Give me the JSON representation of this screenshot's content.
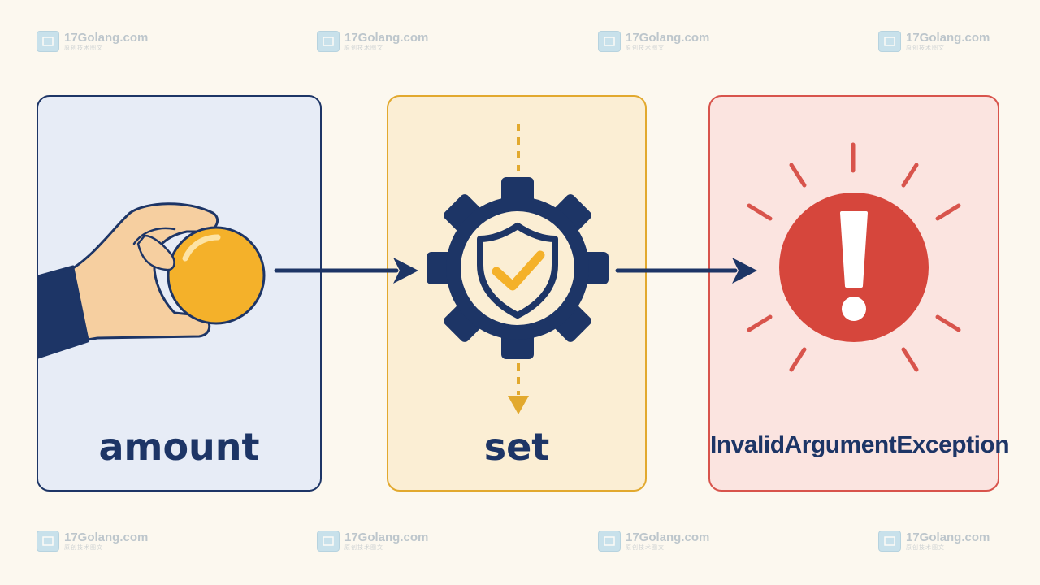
{
  "watermark": {
    "name": "17Golang.com",
    "subtitle": "原创技术图文"
  },
  "cards": {
    "amount": {
      "label": "amount"
    },
    "set": {
      "label": "set"
    },
    "exception": {
      "label": "InvalidArgumentException"
    }
  },
  "colors": {
    "navy": "#1d3566",
    "gold": "#f4b12a",
    "amber": "#e2a92e",
    "red": "#d8544c",
    "skin": "#f6cfa0"
  },
  "icons": {
    "amount": "hand-holding-coin-icon",
    "set": "gear-shield-check-icon",
    "exception": "exclamation-alert-icon"
  }
}
